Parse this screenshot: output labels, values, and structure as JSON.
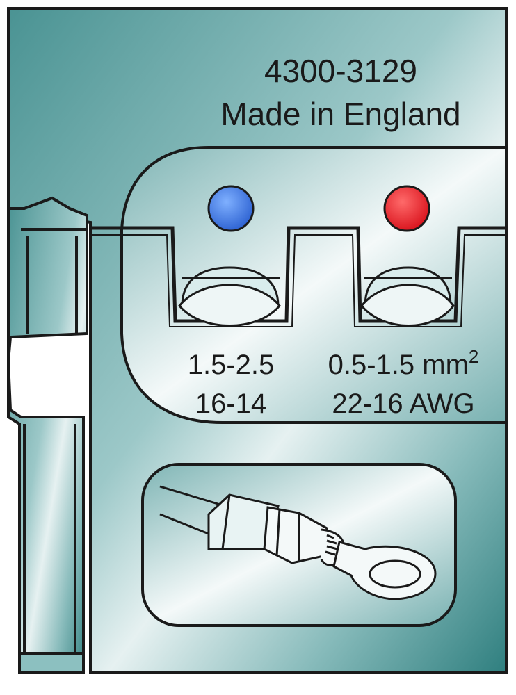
{
  "part_number": "4300-3129",
  "origin": "Made in England",
  "cavities": [
    {
      "color_dot": "#2f6fd8",
      "size_mm2": "1.5-2.5",
      "size_awg": "16-14"
    },
    {
      "color_dot": "#e0171f",
      "size_mm2": "0.5-1.5 mm",
      "size_awg": "22-16 AWG"
    }
  ],
  "unit_superscript": "2",
  "colors": {
    "die_gradient_dark": "#3f8c8c",
    "die_gradient_light": "#f2f7f7",
    "outline": "#1a1a1a"
  }
}
